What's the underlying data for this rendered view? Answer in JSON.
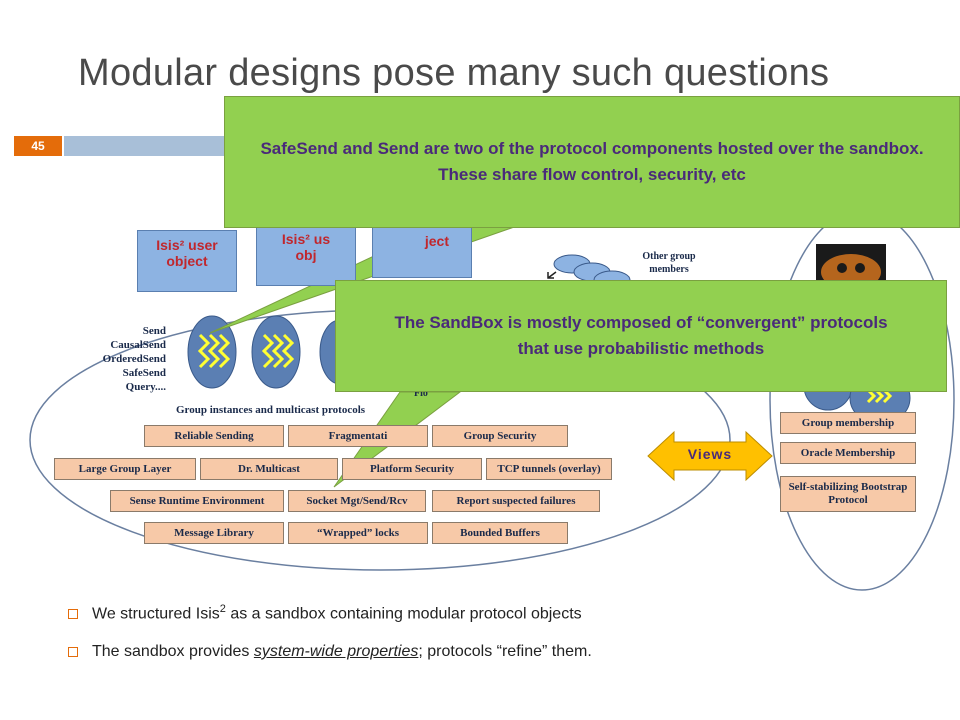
{
  "slide": {
    "title": "Modular designs pose many such questions",
    "number": "45"
  },
  "user_objects": [
    {
      "line1": "Isis² user",
      "line2": "object"
    },
    {
      "line1": "Isis² us",
      "line2": "obj"
    },
    {
      "line1": "",
      "line2": "ject"
    }
  ],
  "protocol_list": [
    "Send",
    "CausalSend",
    "OrderedSend",
    "SafeSend",
    "Query...."
  ],
  "group_instances_label": "Group instances and multicast protocols",
  "other_group_members": [
    "Other group",
    "members"
  ],
  "flow_label_partial": "Flo",
  "sandbox_rows": [
    [
      "Reliable Sending",
      "Fragmentati",
      "Group Security"
    ],
    [
      "Large Group Layer",
      "Dr. Multicast",
      "Platform Security",
      "TCP tunnels (overlay)"
    ],
    [
      "Sense Runtime Environment",
      "Socket Mgt/Send/Rcv",
      "Report suspected failures"
    ],
    [
      "Message Library",
      "“Wrapped” locks",
      "Bounded Buffers"
    ]
  ],
  "views_label": "Views",
  "right_stack": [
    "Group membership",
    "Oracle Membership",
    "Self-stabilizing Bootstrap Protocol"
  ],
  "callouts": {
    "top": "SafeSend and Send are two of the protocol components hosted over the sandbox.  These share flow control, security, etc",
    "middle": "The SandBox is mostly composed of “convergent” protocols that use probabilistic methods"
  },
  "bullets": [
    {
      "pre": "We structured Isis",
      "sup": "2",
      "post": " as a sandbox containing modular protocol objects"
    },
    {
      "pre": "The sandbox provides ",
      "em": "system-wide properties",
      "post": ";  protocols “refine” them."
    }
  ],
  "colors": {
    "title_bar": "#a8bfd8",
    "slide_number_bg": "#e46c0a",
    "callout": "#92d050",
    "callout_text": "#4a2a7a",
    "user_object": "#8db3e2",
    "module_box": "#f7c9a8",
    "views_arrow": "#ffc000"
  }
}
